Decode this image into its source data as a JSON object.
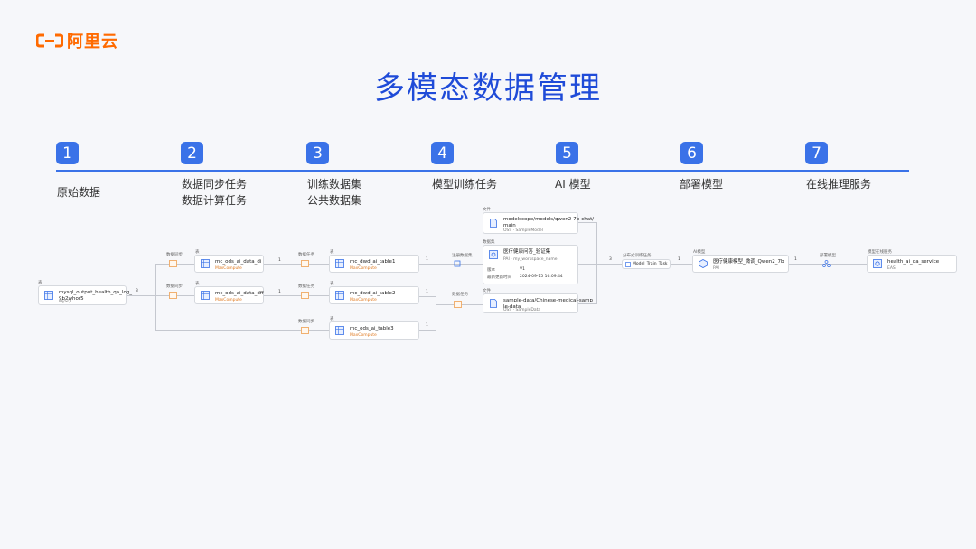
{
  "logo": {
    "text": "阿里云",
    "color": "#ff6a00"
  },
  "title": "多模态数据管理",
  "accent": "#3a72e8",
  "steps": [
    {
      "num": "1",
      "label1": "原始数据",
      "label2": ""
    },
    {
      "num": "2",
      "label1": "数据同步任务",
      "label2": "数据计算任务"
    },
    {
      "num": "3",
      "label1": "训练数据集",
      "label2": "公共数据集"
    },
    {
      "num": "4",
      "label1": "模型训练任务",
      "label2": ""
    },
    {
      "num": "5",
      "label1": "AI 模型",
      "label2": ""
    },
    {
      "num": "6",
      "label1": "部署模型",
      "label2": ""
    },
    {
      "num": "7",
      "label1": "在线推理服务",
      "label2": ""
    }
  ],
  "lineage": {
    "source": {
      "cap": "表",
      "name1": "mysql_output_health_qa_log_",
      "name2": "9b2whor5",
      "sub": "MySQL"
    },
    "sync1": {
      "cap": "数据同步",
      "tcap": "表",
      "name": "mc_ods_ai_data_di",
      "sub": "MaxCompute"
    },
    "sync2": {
      "cap": "数据同步",
      "tcap": "表",
      "name": "mc_ods_ai_data_dff",
      "sub": "MaxCompute"
    },
    "task1": {
      "cap": "数据任务",
      "tcap": "表",
      "name": "mc_dwd_ai_table1",
      "sub": "MaxCompute"
    },
    "task2": {
      "cap": "数据任务",
      "tcap": "表",
      "name": "mc_dwd_ai_table2",
      "sub": "MaxCompute"
    },
    "task3": {
      "cap": "数据同步",
      "tcap": "表",
      "name": "mc_ods_ai_table3",
      "sub": "MaxCompute"
    },
    "file1": {
      "cap": "文件",
      "name1": "modelscope/models/qwen2-7b-chat/",
      "name2": "main",
      "sub": "OSS · SampleModel"
    },
    "dataset": {
      "cap": "数据集",
      "name": "医疗健康问答_验证集",
      "sub": "PAI · my_workspace_name",
      "k1": "版本",
      "v1": "V1",
      "k2": "最新更新时间",
      "v2": "2024-09-15 16:09:44"
    },
    "file2": {
      "cap": "文件",
      "name1": "sample-data/Chinese-medical-samp",
      "name2": "le-data",
      "sub": "OSS · SampleData"
    },
    "register": {
      "cap": "注册数据集"
    },
    "datajob": {
      "cap": "数据任务"
    },
    "train": {
      "cap": "分布式训练任务",
      "name": "Model_Train_Task"
    },
    "model": {
      "cap": "AI模型",
      "name": "医疗健康模型_微调_Qwen2_7b",
      "sub": "PAI"
    },
    "deploy": {
      "cap": "部署模型"
    },
    "service": {
      "cap": "模型在线服务",
      "name": "health_ai_qa_service",
      "sub": "EAS"
    },
    "counts": {
      "src": "3",
      "a": "1",
      "b": "1",
      "c": "1",
      "d": "1",
      "e": "3",
      "f": "1",
      "g": "1",
      "h": "1"
    }
  }
}
